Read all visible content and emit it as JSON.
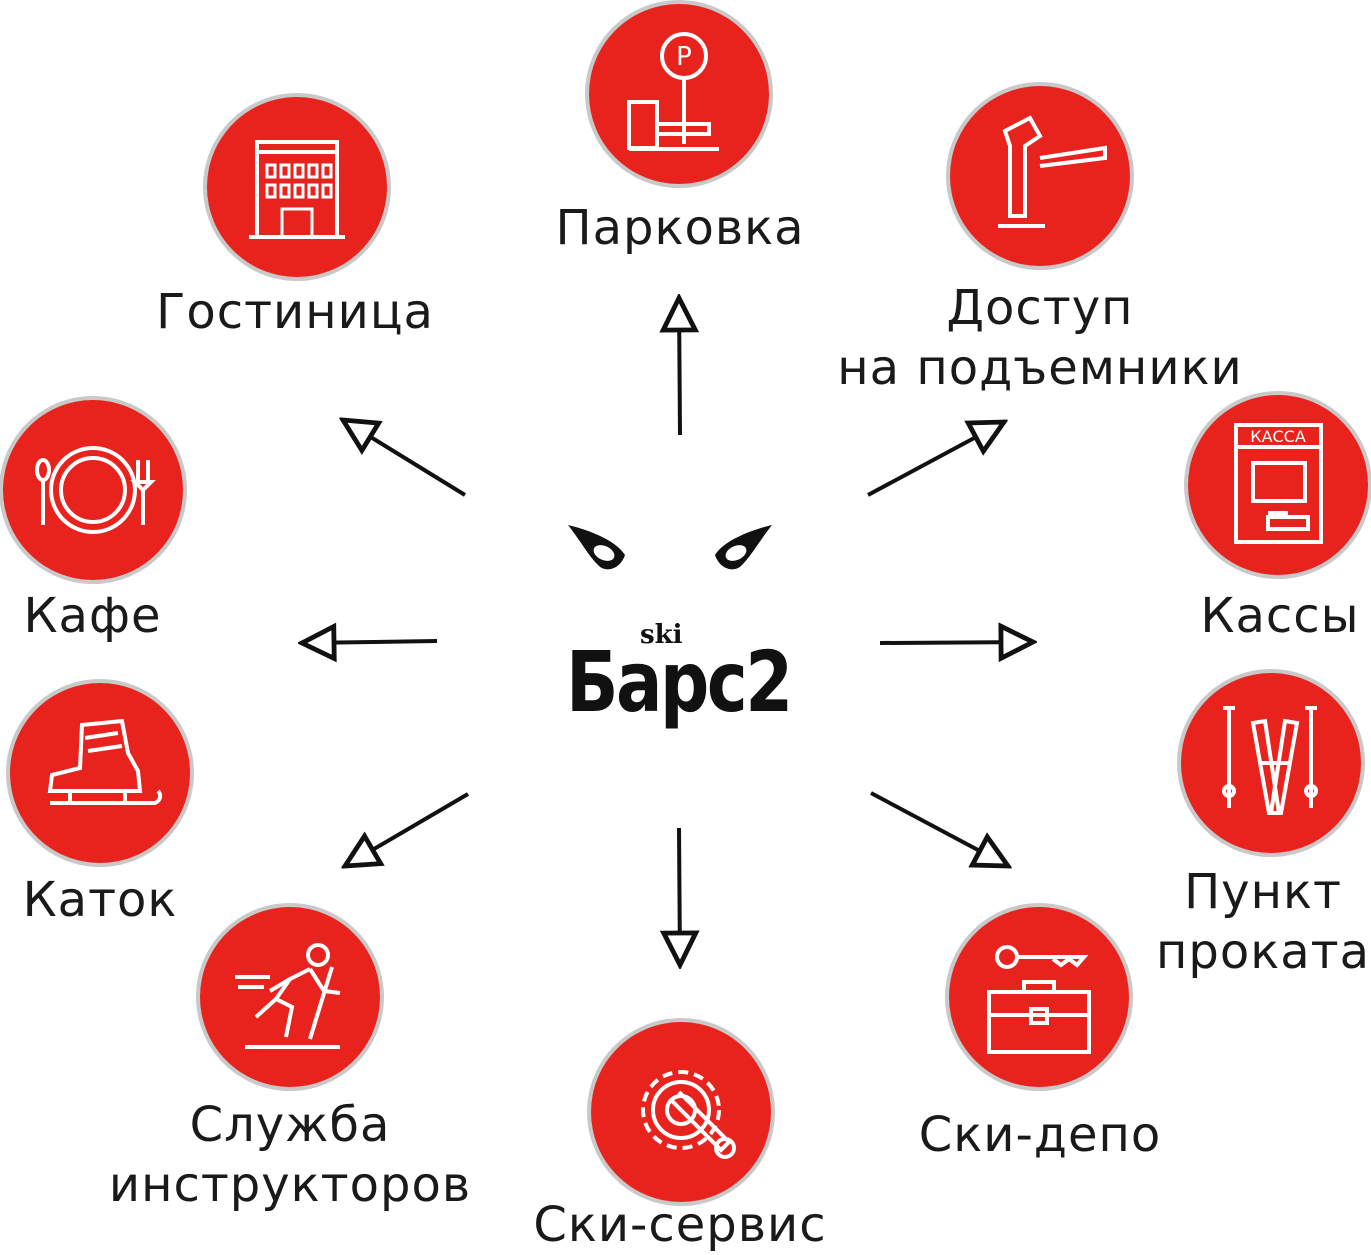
{
  "colors": {
    "accent": "#e8231d",
    "ring": "#c9c9c9",
    "text": "#1a1a1a"
  },
  "logo": {
    "small": "ski",
    "big": "Барс2"
  },
  "services": [
    {
      "id": "parking",
      "icon": "parking-barrier-icon",
      "lines": [
        "Парковка"
      ]
    },
    {
      "id": "hotel",
      "icon": "hotel-icon",
      "lines": [
        "Гостиница"
      ]
    },
    {
      "id": "lift-access",
      "icon": "turnstile-icon",
      "lines": [
        "Доступ",
        "на подъемники"
      ]
    },
    {
      "id": "cafe",
      "icon": "plate-cutlery-icon",
      "lines": [
        "Кафе"
      ]
    },
    {
      "id": "cashier",
      "icon": "cash-desk-icon",
      "icon_text": "КАССА",
      "lines": [
        "Кассы"
      ]
    },
    {
      "id": "rink",
      "icon": "skate-icon",
      "lines": [
        "Каток"
      ]
    },
    {
      "id": "rental",
      "icon": "skis-poles-icon",
      "lines": [
        "Пункт",
        "проката"
      ]
    },
    {
      "id": "instructors",
      "icon": "skier-icon",
      "lines": [
        "Служба",
        "инструкторов"
      ]
    },
    {
      "id": "ski-depot",
      "icon": "key-toolbox-icon",
      "lines": [
        "Ски-депо"
      ]
    },
    {
      "id": "ski-service",
      "icon": "gear-wrench-icon",
      "lines": [
        "Ски-сервис"
      ]
    }
  ]
}
